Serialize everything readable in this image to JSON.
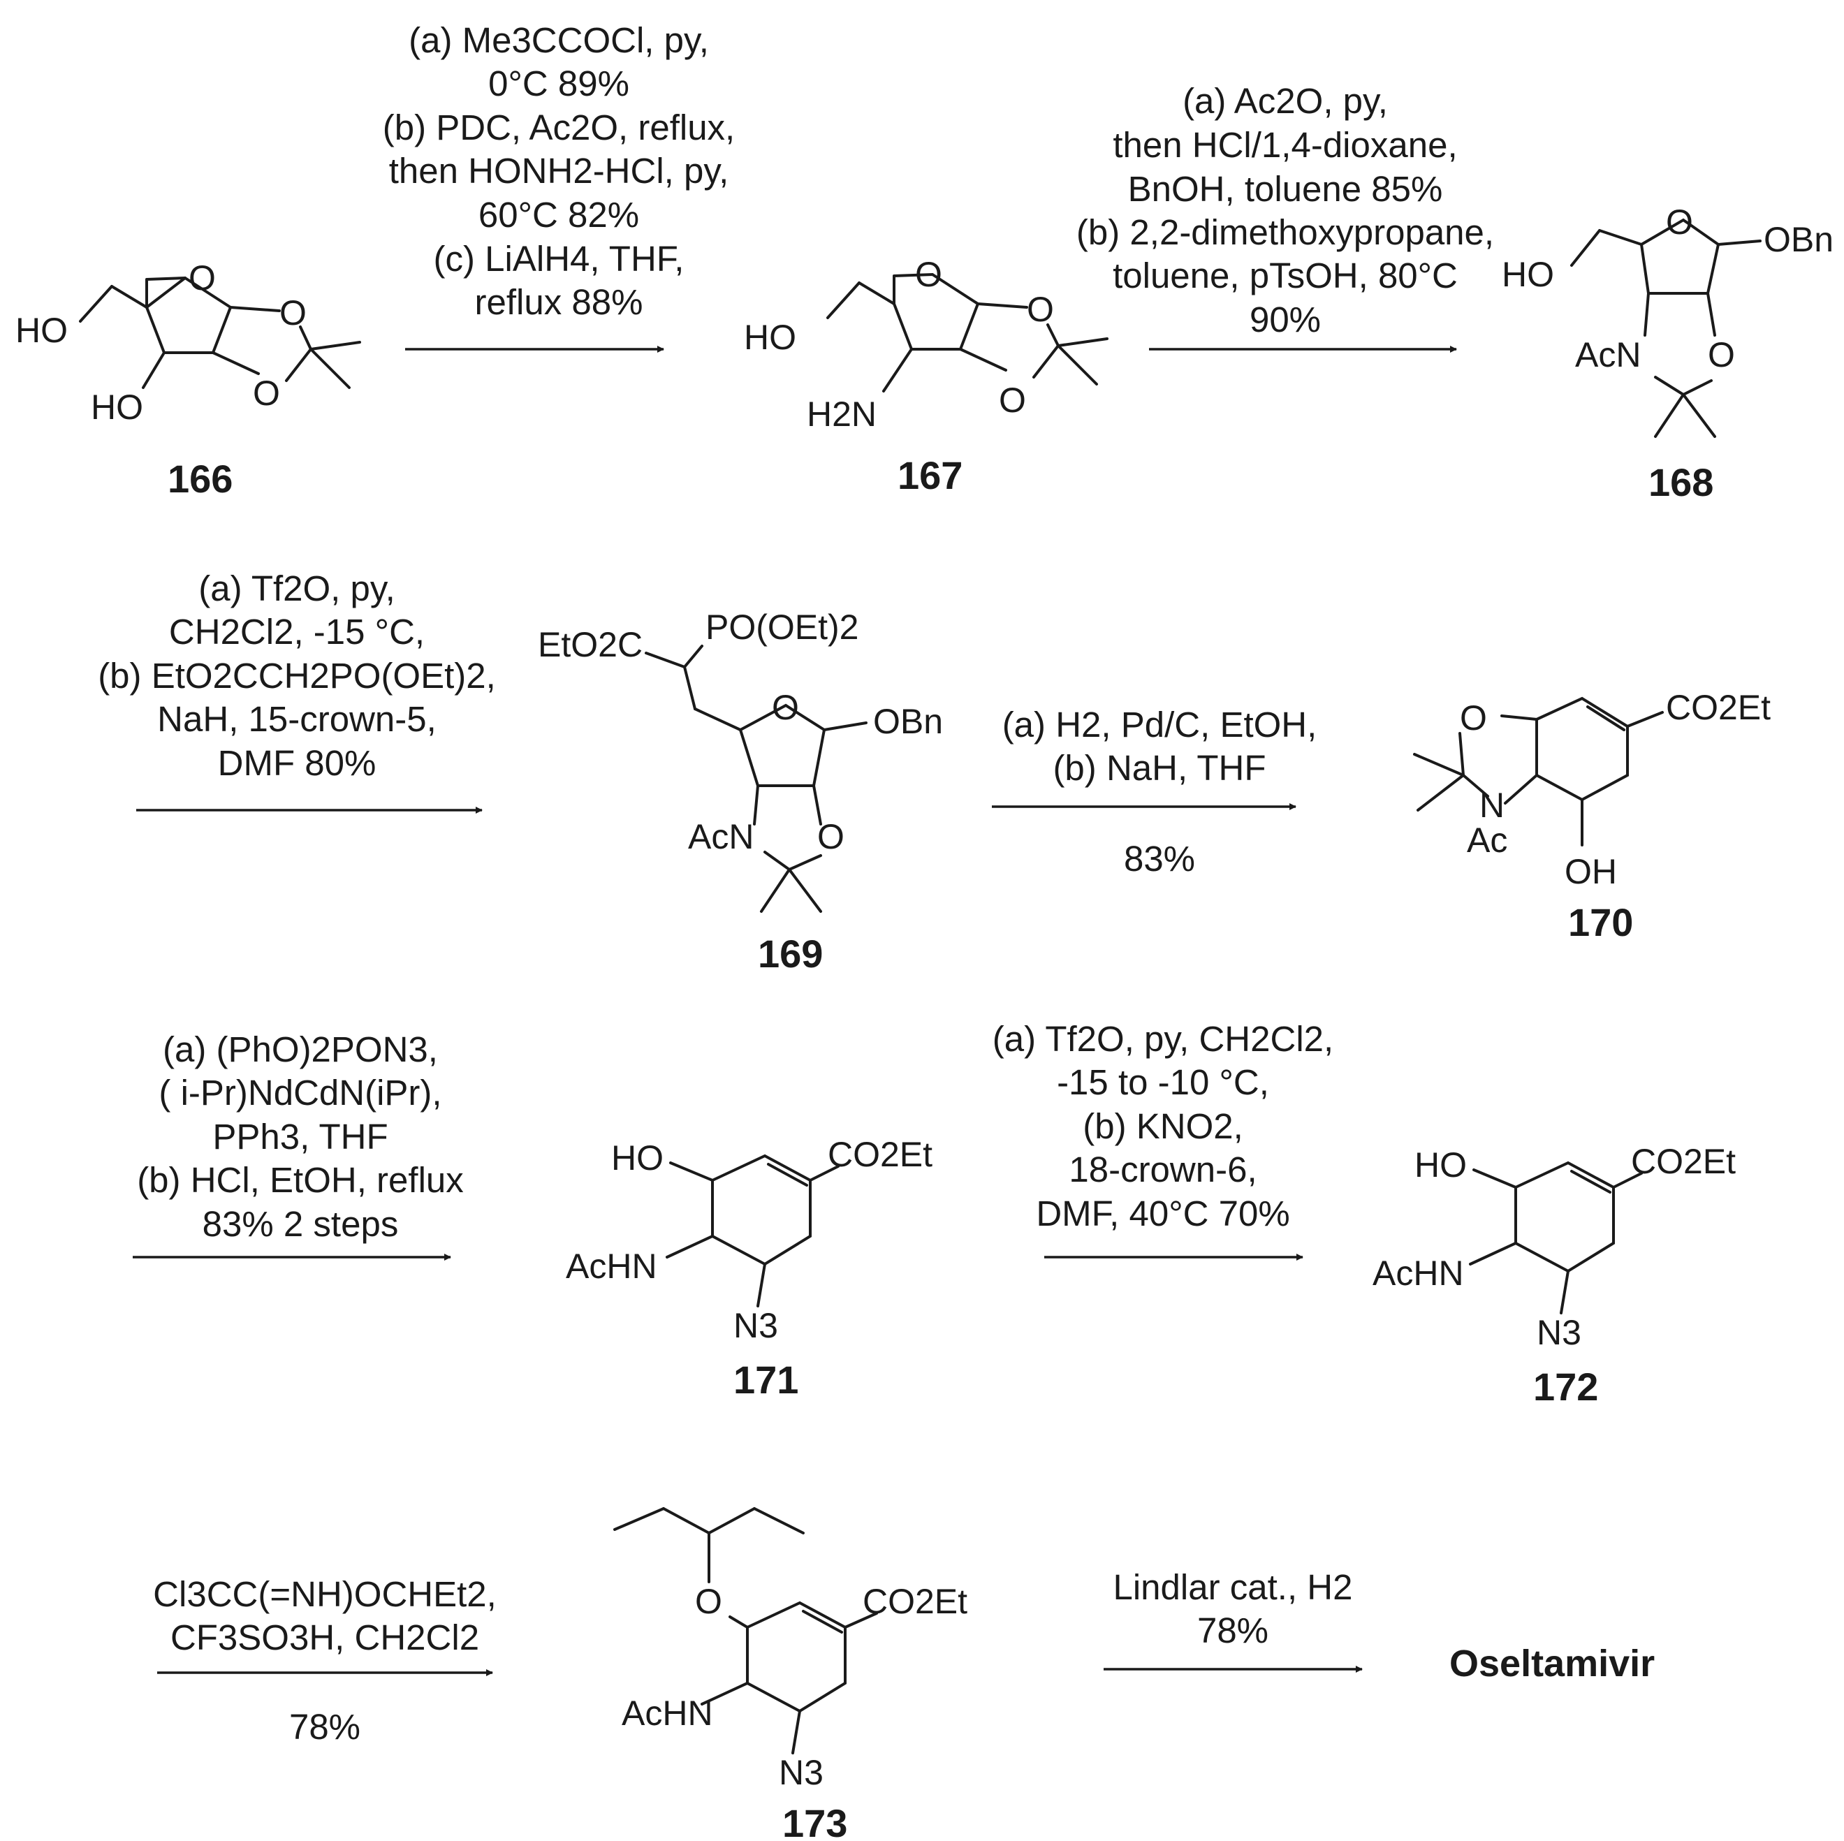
{
  "compounds": {
    "c166": "166",
    "c167": "167",
    "c168": "168",
    "c169": "169",
    "c170": "170",
    "c171": "171",
    "c172": "172",
    "c173": "173"
  },
  "final_product": "Oseltamivir",
  "steps": {
    "s1": [
      "(a) Me3CCOCl, py,",
      "0°C 89%",
      "(b) PDC, Ac2O, reflux,",
      "then HONH2-HCl, py,",
      "60°C 82%",
      "(c) LiAlH4, THF,",
      "reflux 88%"
    ],
    "s2": [
      "(a) Ac2O, py,",
      "then HCl/1,4-dioxane,",
      "BnOH, toluene 85%",
      "(b) 2,2-dimethoxypropane,",
      "toluene, pTsOH, 80°C",
      "90%"
    ],
    "s3": [
      "(a) Tf2O, py,",
      "CH2Cl2, -15 °C,",
      "(b) EtO2CCH2PO(OEt)2,",
      "NaH, 15-crown-5,",
      "DMF 80%"
    ],
    "s4": [
      "(a) H2, Pd/C, EtOH,",
      "(b) NaH, THF",
      "83%"
    ],
    "s5": [
      "(a) (PhO)2PON3,",
      "( i-Pr)NdCdN(iPr),",
      "PPh3, THF",
      "(b) HCl, EtOH, reflux",
      "83% 2 steps"
    ],
    "s6": [
      "(a) Tf2O, py, CH2Cl2,",
      "-15 to -10 °C,",
      "(b) KNO2,",
      "18-crown-6,",
      "DMF, 40°C 70%"
    ],
    "s7": [
      "Cl3CC(=NH)OCHEt2,",
      "CF3SO3H, CH2Cl2",
      "78%"
    ],
    "s8": [
      "Lindlar cat., H2",
      "78%"
    ]
  },
  "atoms": {
    "HO": "HO",
    "O": "O",
    "H2N": "H2N",
    "OBn": "OBn",
    "AcN": "AcN",
    "N": "N",
    "Ac": "Ac",
    "OH": "OH",
    "EtO2C": "EtO2C",
    "PO_OEt_2": "PO(OEt)2",
    "CO2Et": "CO2Et",
    "AcHN": "AcHN",
    "N3": "N3"
  }
}
